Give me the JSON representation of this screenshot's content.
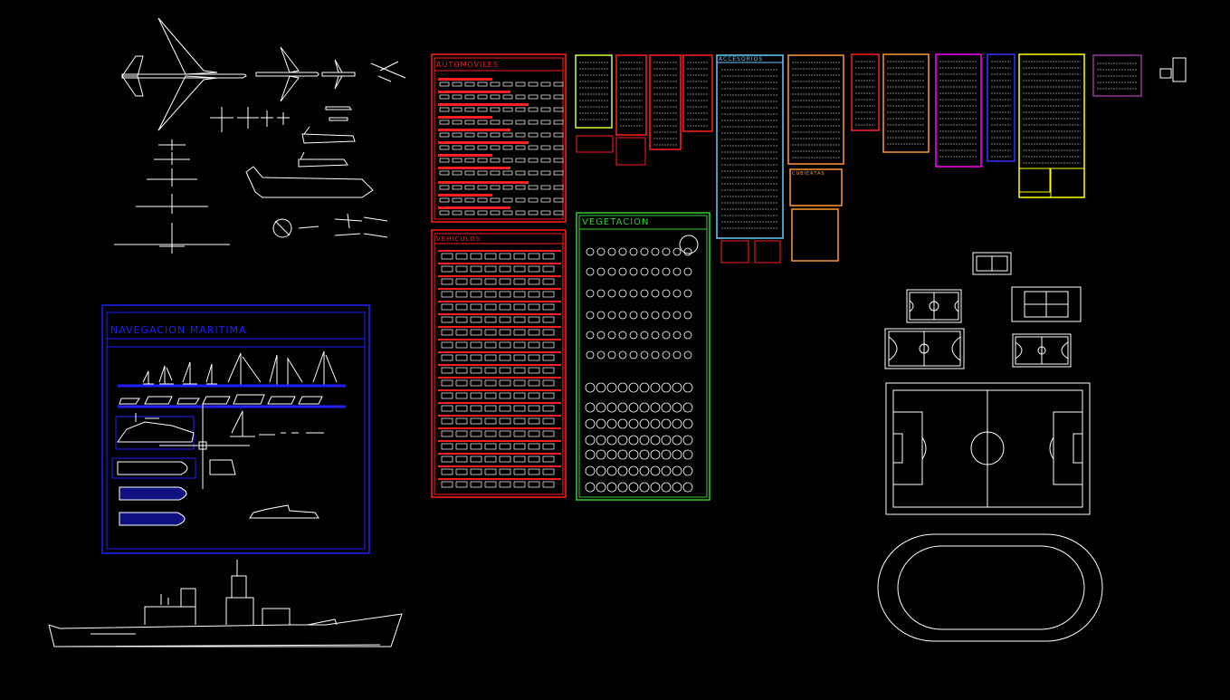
{
  "colors": {
    "background": "#000000",
    "lines": "#ffffff",
    "automoviles": "#ff2020",
    "vegetacion": "#33cc33",
    "maritima": "#2020ff",
    "accesorios": "#66ccff",
    "orange": "#ff9933",
    "yellow": "#ffff00",
    "magenta": "#ff00ff",
    "lime": "#ccff33",
    "navy": "#3333ff"
  },
  "panels": {
    "automoviles": {
      "title": "AUTOMOVILES"
    },
    "vehiculos": {
      "title": "VEHICULOS"
    },
    "vegetacion": {
      "title": "VEGETACION"
    },
    "maritima": {
      "title": "NAVEGACION MARITIMA"
    },
    "accesorios": {
      "title": "ACCESORIOS"
    },
    "orange_small": {
      "title": "CUBIERTAS"
    }
  }
}
